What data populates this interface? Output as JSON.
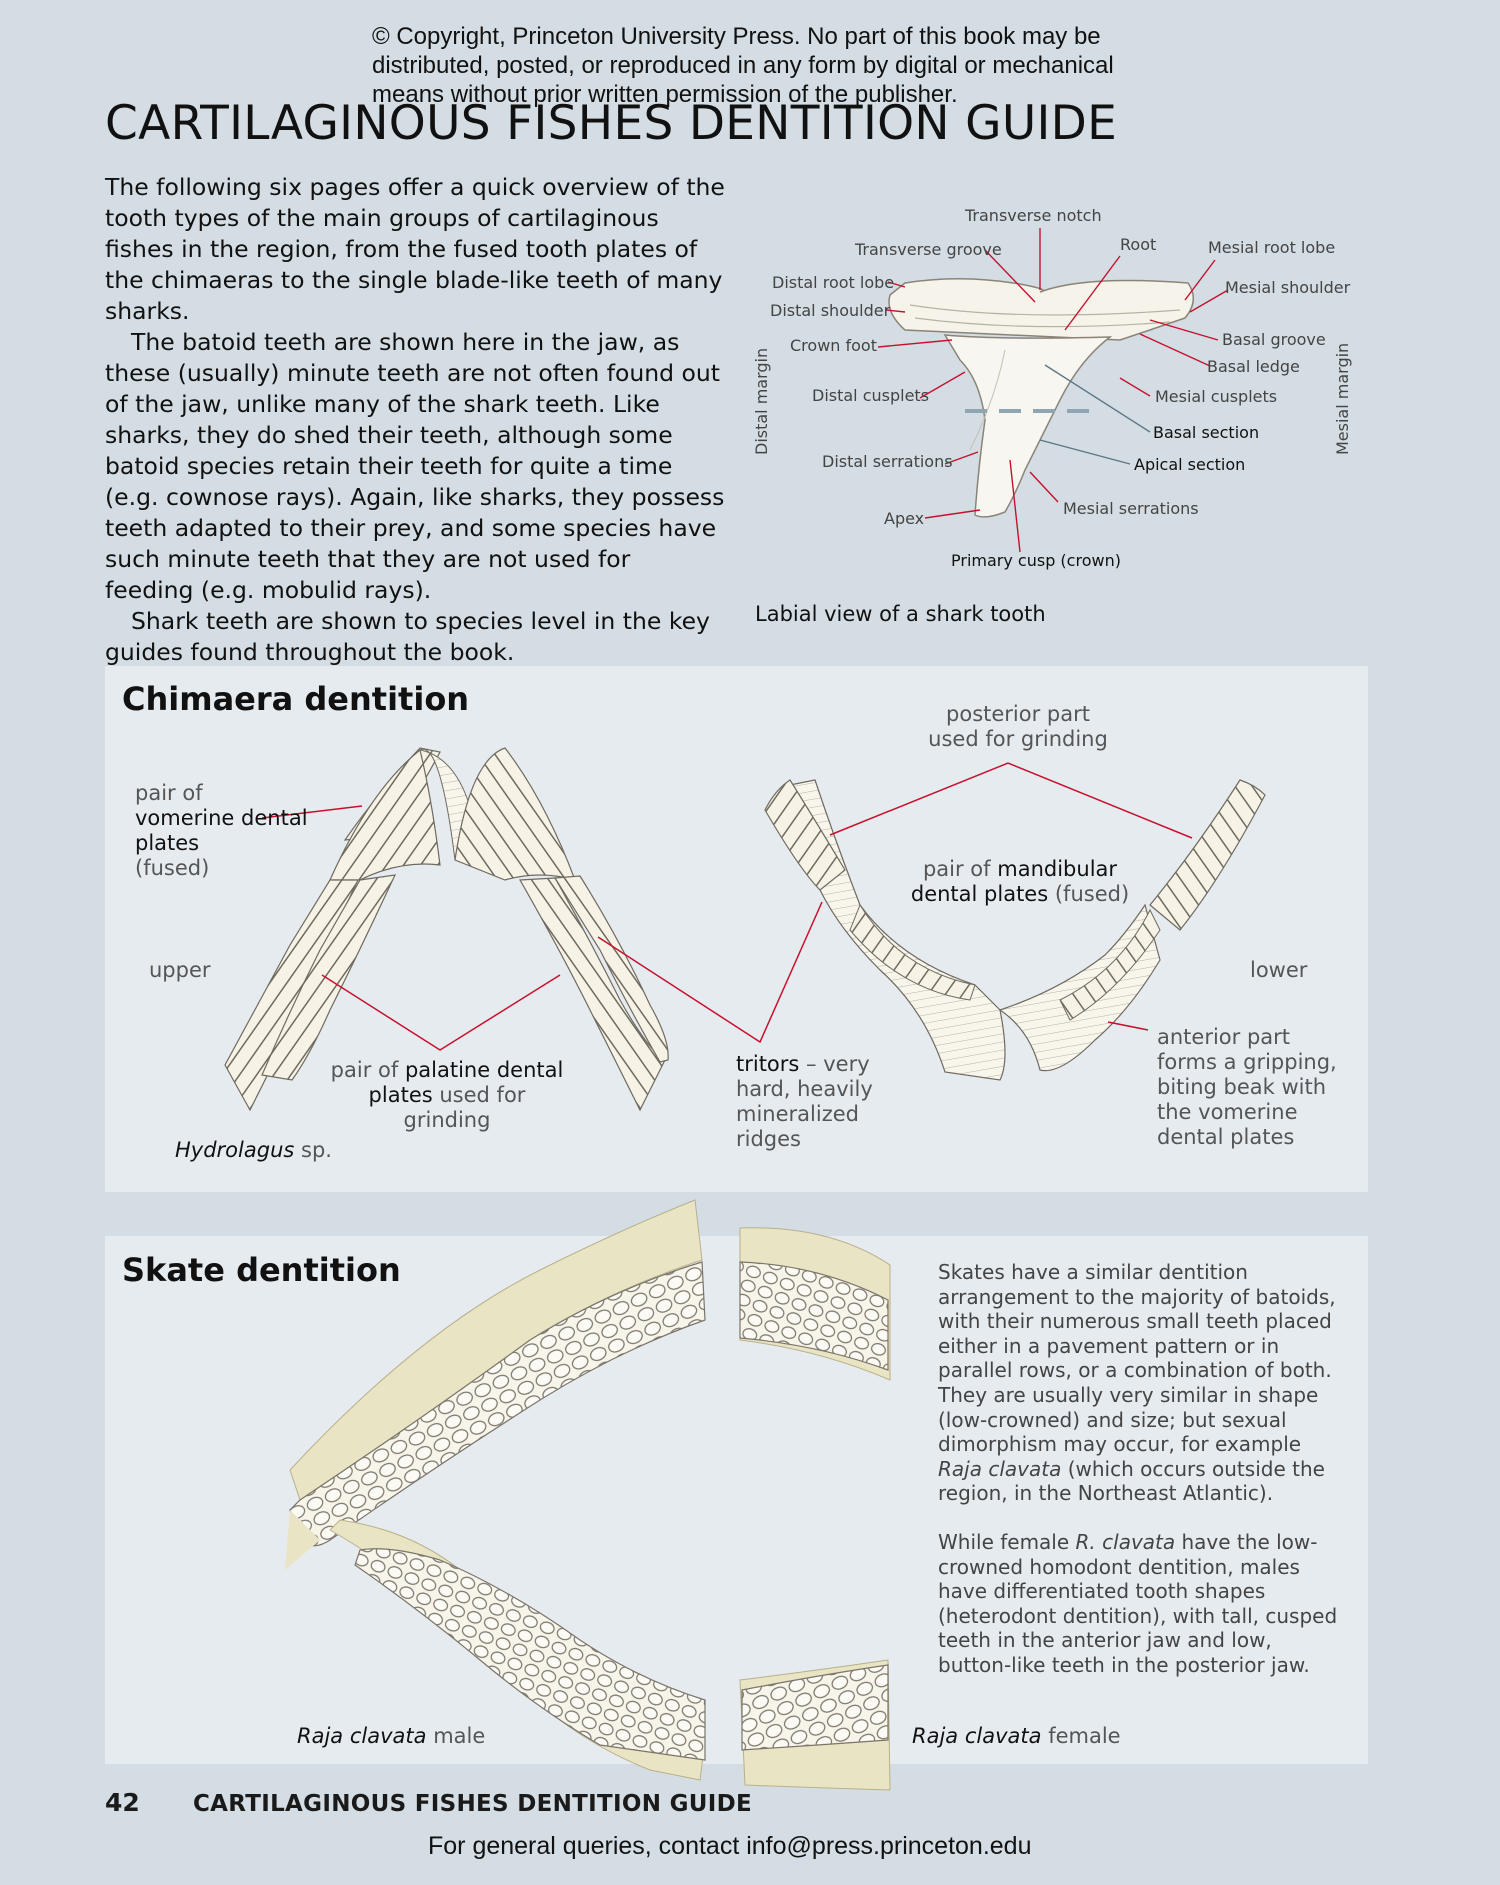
{
  "copyright": "© Copyright, Princeton University Press. No part of this book may be distributed, posted, or reproduced in any form by digital or mechanical means without prior written permission of the publisher.",
  "title": "CARTILAGINOUS FISHES DENTITION GUIDE",
  "intro": {
    "p1": "The following six pages offer a quick overview of the tooth types of the main groups of cartilaginous fishes in the region, from the fused tooth plates of the chimaeras to the single blade-like teeth of many sharks.",
    "p2": "The batoid teeth are shown here in the jaw, as these (usually) minute teeth are not often found out of the jaw, unlike many of the shark teeth. Like sharks, they do shed their teeth, although some batoid species retain their teeth for quite a time (e.g. cownose rays). Again, like sharks, they possess teeth adapted to their prey, and some species have such minute teeth that they are not used for feeding (e.g. mobulid rays).",
    "p3": "Shark teeth are shown to species level in the key guides found throughout the book."
  },
  "tooth_diagram": {
    "caption": "Labial view of a shark tooth",
    "labels": {
      "transverse_notch": "Transverse notch",
      "transverse_groove": "Transverse groove",
      "root": "Root",
      "mesial_root_lobe": "Mesial root lobe",
      "distal_root_lobe": "Distal root lobe",
      "mesial_shoulder": "Mesial shoulder",
      "distal_shoulder": "Distal shoulder",
      "basal_groove": "Basal groove",
      "crown_foot": "Crown foot",
      "basal_ledge": "Basal ledge",
      "distal_cusplets": "Distal cusplets",
      "mesial_cusplets": "Mesial cusplets",
      "distal_margin": "Distal margin",
      "mesial_margin": "Mesial margin",
      "basal_section": "Basal section",
      "distal_serrations": "Distal serrations",
      "apical_section": "Apical section",
      "mesial_serrations": "Mesial serrations",
      "apex": "Apex",
      "primary_cusp": "Primary cusp (crown)"
    }
  },
  "chimaera": {
    "title": "Chimaera dentition",
    "posterior": "posterior part used for grinding",
    "vomerine_a": "pair of",
    "vomerine_b": "vomerine dental plates",
    "vomerine_c": "(fused)",
    "mandibular_a": "pair of",
    "mandibular_b": "mandibular dental plates",
    "mandibular_c": "(fused)",
    "upper": "upper",
    "lower": "lower",
    "palatine_a": "pair of",
    "palatine_b": "palatine dental plates",
    "palatine_c": "used for grinding",
    "tritors_a": "tritors",
    "tritors_b": "– very hard, heavily mineralized ridges",
    "anterior": "anterior part forms a gripping, biting beak with the vomerine dental plates",
    "species": "Hydrolagus",
    "species_suffix": "sp."
  },
  "skate": {
    "title": "Skate dentition",
    "p1_a": "Skates have a similar dentition arrangement to the majority of batoids, with their numerous small teeth placed either in a pavement pattern or in parallel rows, or a combination of both. They are usually very similar in shape (low-crowned) and size; but sexual dimorphism may occur, for example",
    "p1_sp": "Raja clavata",
    "p1_b": "(which occurs outside the region, in the Northeast Atlantic).",
    "p2_a": "While female",
    "p2_sp": "R. clavata",
    "p2_b": "have the low-crowned homodont dentition, males have differentiated tooth shapes (heterodont dentition), with tall, cusped teeth in the anterior jaw and low, button-like teeth in the posterior jaw.",
    "male_sp": "Raja clavata",
    "male": "male",
    "female_sp": "Raja clavata",
    "female": "female"
  },
  "footer": {
    "page_number": "42",
    "running_title": "CARTILAGINOUS FISHES DENTITION GUIDE",
    "contact": "For general queries, contact info@press.princeton.edu"
  }
}
